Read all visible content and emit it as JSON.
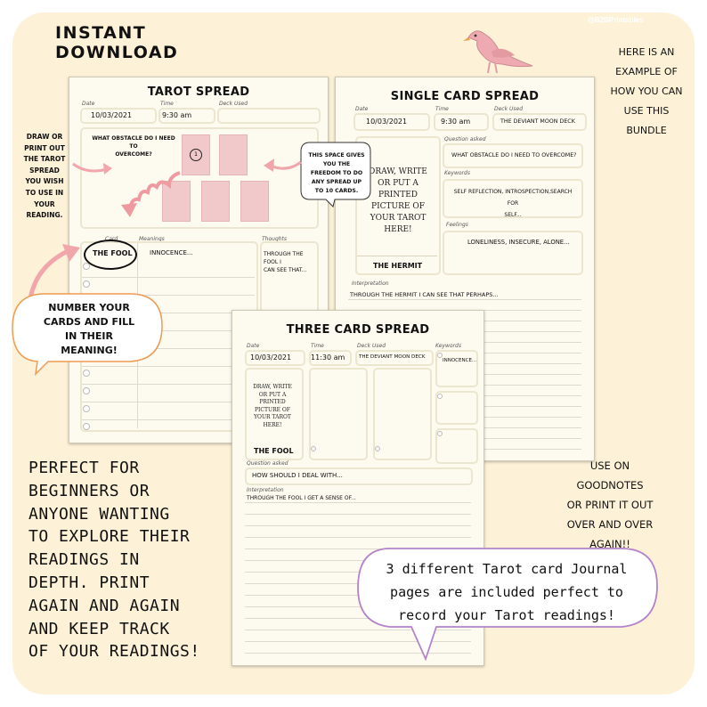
{
  "watermark": "@B2BPrintables",
  "header": {
    "line1": "INSTANT",
    "line2": "DOWNLOAD"
  },
  "example_note": {
    "l1": "HERE IS AN",
    "l2": "EXAMPLE OF",
    "l3": "HOW YOU CAN",
    "l4": "USE THIS",
    "l5": "BUNDLE"
  },
  "draw_note": {
    "l1": "DRAW OR",
    "l2": "PRINT OUT",
    "l3": "THE TAROT",
    "l4": "SPREAD",
    "l5": "YOU WISH",
    "l6": "TO USE IN",
    "l7": "YOUR",
    "l8": "READING."
  },
  "number_bubble": {
    "l1": "NUMBER YOUR",
    "l2": "CARDS AND FILL",
    "l3": "IN THEIR",
    "l4": "MEANING!"
  },
  "space_bubble": {
    "l1": "THIS SPACE GIVES",
    "l2": "YOU THE",
    "l3": "FREEDOM TO DO",
    "l4": "ANY SPREAD UP",
    "l5": "TO 10 CARDS."
  },
  "perfect_text": {
    "l1": "PERFECT FOR",
    "l2": "BEGINNERS OR",
    "l3": "ANYONE WANTING",
    "l4": "TO EXPLORE THEIR",
    "l5": "READINGS IN",
    "l6": "DEPTH. PRINT",
    "l7": "AGAIN AND AGAIN",
    "l8": "AND KEEP TRACK",
    "l9": "OF YOUR READINGS!"
  },
  "goodnotes": {
    "l1": "USE ON",
    "l2": "GOODNOTES",
    "l3": "OR PRINT IT OUT",
    "l4": "OVER AND OVER",
    "l5": "AGAIN!!"
  },
  "journal_bubble": {
    "l1": "3 different Tarot card Journal",
    "l2": "pages are included perfect to",
    "l3": "record your Tarot readings!"
  },
  "tarot_page": {
    "title": "TAROT SPREAD",
    "date_label": "Date",
    "date": "10/03/2021",
    "time_label": "Time",
    "time": "9:30 am",
    "deck_label": "Deck Used",
    "question": {
      "l1": "WHAT OBSTACLE DO I NEED TO",
      "l2": "OVERCOME?"
    },
    "card_number": "1",
    "card_label": "Card",
    "meanings_label": "Meanings",
    "thoughts_label": "Thoughts",
    "card_name": "THE FOOL",
    "meaning": "INNOCENCE...",
    "thoughts": {
      "l1": "THROUGH THE FOOL I",
      "l2": "CAN SEE THAT..."
    }
  },
  "single_page": {
    "title": "SINGLE CARD SPREAD",
    "date_label": "Date",
    "date": "10/03/2021",
    "time_label": "Time",
    "time": "9:30 am",
    "deck_label": "Deck Used",
    "deck": "THE DEVIANT MOON DECK",
    "question_label": "Question asked",
    "question": "WHAT OBSTACLE DO I NEED TO OVERCOME?",
    "keywords_label": "Keywords",
    "keywords": {
      "l1": "SELF REFLECTION, INTROSPECTION,SEARCH FOR",
      "l2": "SELF..."
    },
    "feelings_label": "Feelings",
    "feelings": "LONELINESS, INSECURE, ALONE...",
    "card_text": {
      "l1": "DRAW, WRITE",
      "l2": "OR PUT A",
      "l3": "PRINTED",
      "l4": "PICTURE OF",
      "l5": "YOUR TAROT",
      "l6": "HERE!"
    },
    "card_name": "THE HERMIT",
    "interp_label": "Interpretation",
    "interp": "THROUGH THE HERMIT I CAN SEE THAT PERHAPS..."
  },
  "three_page": {
    "title": "THREE CARD SPREAD",
    "date_label": "Date",
    "date": "10/03/2021",
    "time_label": "Time",
    "time": "11:30 am",
    "deck_label": "Deck Used",
    "deck": "THE DEVIANT MOON DECK",
    "keywords_label": "Keywords",
    "keywords": "INNOCENCE...",
    "card_text": {
      "l1": "DRAW, WRITE",
      "l2": "OR PUT A",
      "l3": "PRINTED",
      "l4": "PICTURE OF",
      "l5": "YOUR TAROT",
      "l6": "HERE!"
    },
    "card_name": "THE FOOL",
    "question_label": "Question asked",
    "question": "HOW SHOULD I DEAL WITH...",
    "interp_label": "Interpretation",
    "interp": "THROUGH THE FOOL I GET A SENSE OF..."
  }
}
